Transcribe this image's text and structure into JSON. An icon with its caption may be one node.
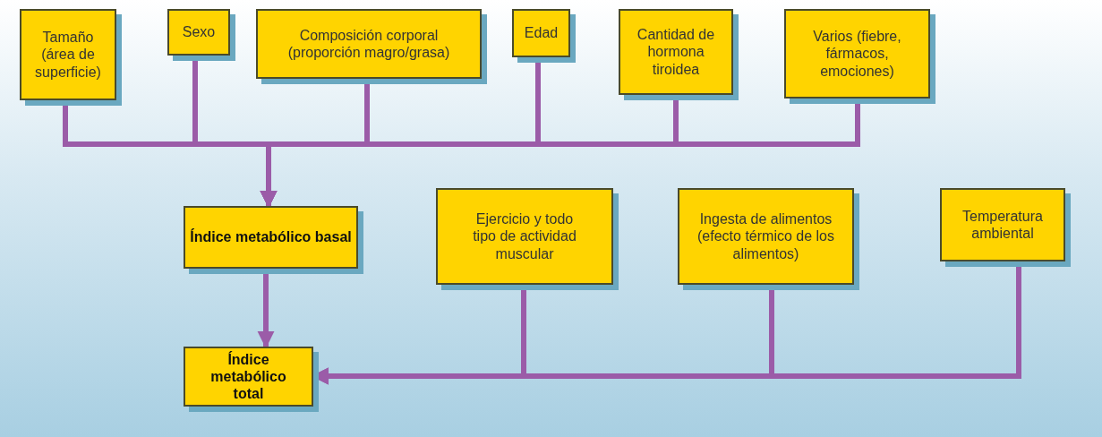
{
  "diagram": {
    "nodes": [
      {
        "text": [
          "Tamaño (área de superficie)"
        ]
      },
      {
        "text": [
          "Sexo"
        ]
      },
      {
        "text": [
          "Composición corporal (proporción magro/grasa)"
        ]
      },
      {
        "text": [
          "Edad"
        ]
      },
      {
        "text": [
          "Cantidad de hormona tiroidea"
        ]
      },
      {
        "text": [
          "Varios (fiebre, fármacos, emociones)"
        ]
      },
      {
        "text": [
          "Índice metabólico basal"
        ]
      },
      {
        "text": [
          "Ejercicio y todo tipo de actividad muscular"
        ]
      },
      {
        "text": [
          "Ingesta de alimentos (efecto térmico de los alimentos)"
        ]
      },
      {
        "text": [
          "Temperatura ambiental"
        ]
      },
      {
        "text": [
          "Índice metabólico total"
        ]
      }
    ],
    "edges": [
      {
        "from": 0,
        "to": 6,
        "arrow": "to"
      },
      {
        "from": 1,
        "to": 6,
        "arrow": "to"
      },
      {
        "from": 2,
        "to": 6,
        "arrow": "to"
      },
      {
        "from": 3,
        "to": 6,
        "arrow": "to"
      },
      {
        "from": 4,
        "to": 6,
        "arrow": "to"
      },
      {
        "from": 5,
        "to": 6,
        "arrow": "to"
      },
      {
        "from": 6,
        "to": 10,
        "arrow": "to"
      },
      {
        "from": 7,
        "to": 10,
        "arrow": "to"
      },
      {
        "from": 8,
        "to": 10,
        "arrow": "to"
      },
      {
        "from": 9,
        "to": 10,
        "arrow": "to"
      }
    ]
  }
}
